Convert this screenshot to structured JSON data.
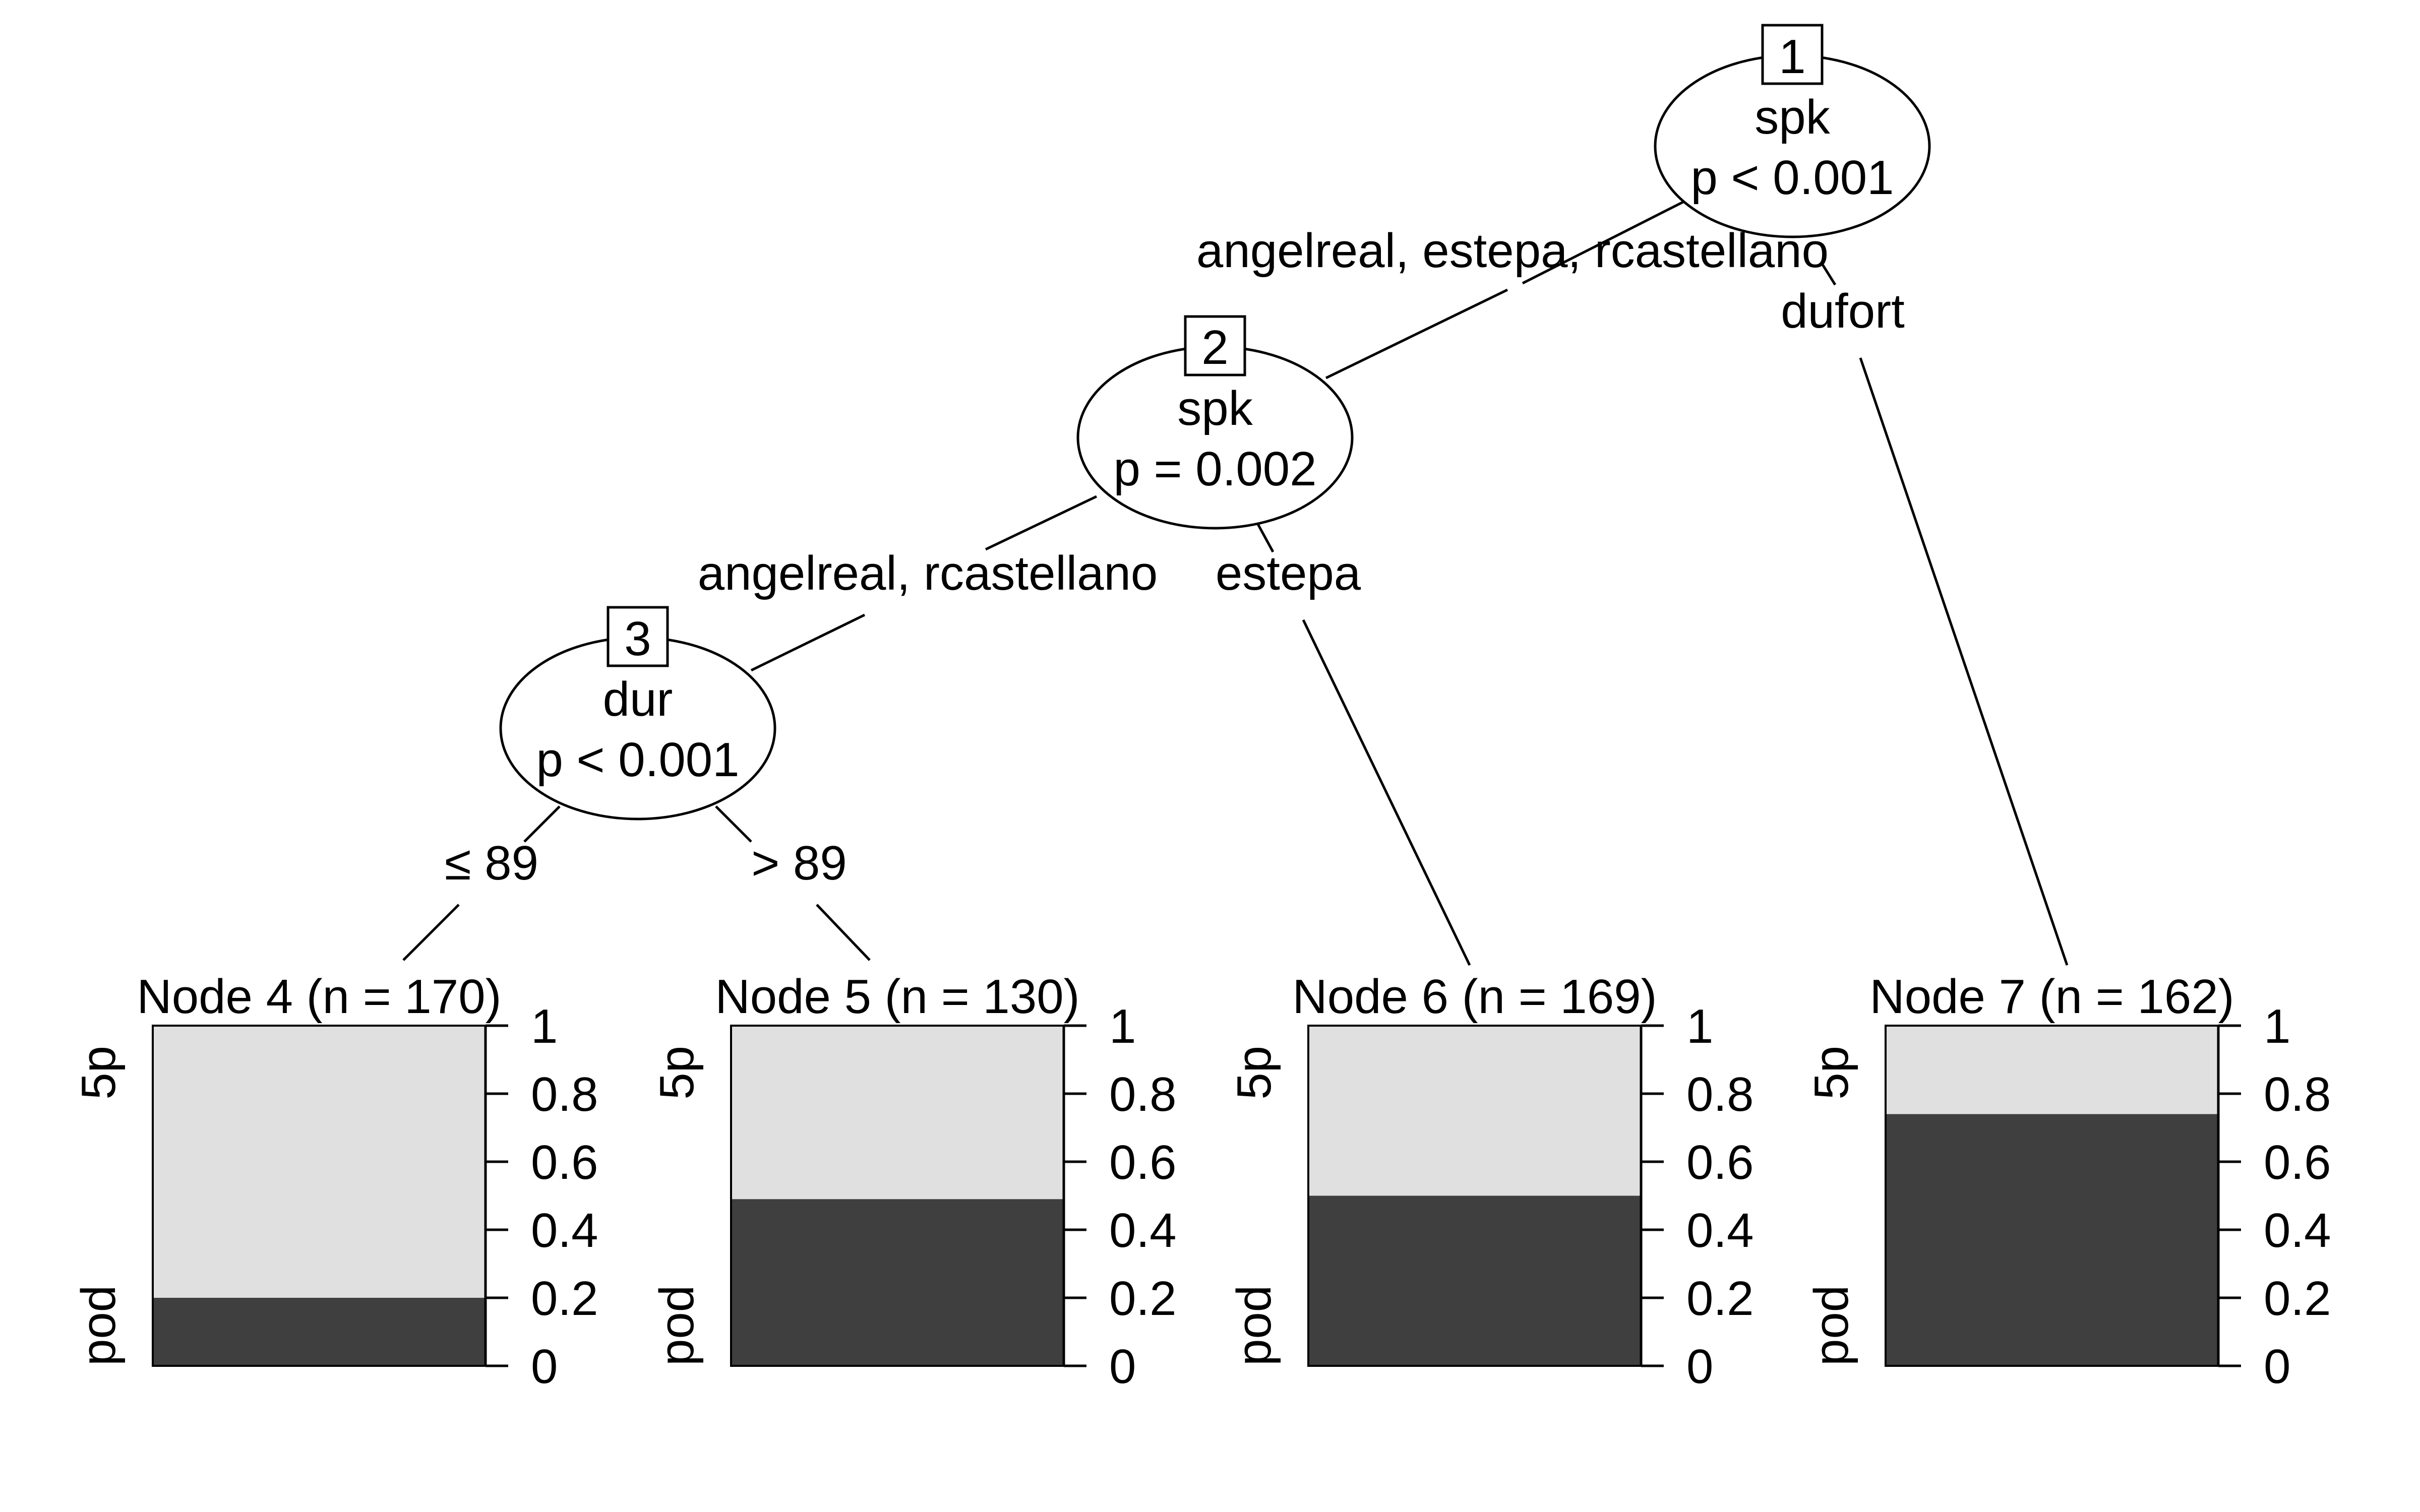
{
  "inner_nodes": [
    {
      "id": "1",
      "variable": "spk",
      "p_value": "p < 0.001"
    },
    {
      "id": "2",
      "variable": "spk",
      "p_value": "p = 0.002"
    },
    {
      "id": "3",
      "variable": "dur",
      "p_value": "p < 0.001"
    }
  ],
  "edges": [
    {
      "from": "1",
      "to": "2",
      "label": "angelreal, estepa, rcastellano"
    },
    {
      "from": "1",
      "to": "7",
      "label": "dufort"
    },
    {
      "from": "2",
      "to": "3",
      "label": "angelreal, rcastellano"
    },
    {
      "from": "2",
      "to": "6",
      "label": "estepa"
    },
    {
      "from": "3",
      "to": "4",
      "label": "≤ 89"
    },
    {
      "from": "3",
      "to": "5",
      "label": "> 89"
    }
  ],
  "chart_data": {
    "type": "bar",
    "title": "",
    "class_labels": {
      "top": "5p",
      "bottom": "pod"
    },
    "ylim": [
      0,
      1
    ],
    "yticks": [
      "0",
      "0.2",
      "0.4",
      "0.6",
      "0.8",
      "1"
    ],
    "colors": {
      "5p": "#e0e0e0",
      "pod": "#3f3f3f"
    },
    "terminals": [
      {
        "id": "4",
        "title": "Node 4 (n = 170)",
        "n": 170,
        "pod_fraction": 0.2
      },
      {
        "id": "5",
        "title": "Node 5 (n = 130)",
        "n": 130,
        "pod_fraction": 0.49
      },
      {
        "id": "6",
        "title": "Node 6 (n = 169)",
        "n": 169,
        "pod_fraction": 0.5
      },
      {
        "id": "7",
        "title": "Node 7 (n = 162)",
        "n": 162,
        "pod_fraction": 0.74
      }
    ]
  }
}
